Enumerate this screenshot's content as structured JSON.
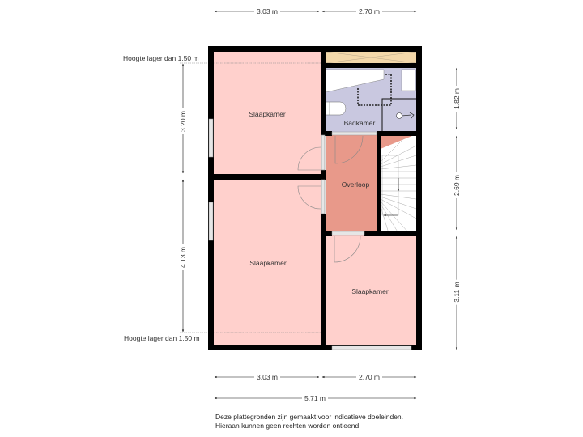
{
  "floorplan": {
    "colors": {
      "bedroom": "#ffd0cc",
      "landing": "#e8998a",
      "bathroom": "#c9c8e0",
      "storage": "#f3d8aa",
      "wall": "#000000",
      "stairs": "#ffffff"
    },
    "rooms": [
      {
        "id": "slaapkamer-top-left",
        "label": "Slaapkamer"
      },
      {
        "id": "slaapkamer-bottom-left",
        "label": "Slaapkamer"
      },
      {
        "id": "slaapkamer-bottom-right",
        "label": "Slaapkamer"
      },
      {
        "id": "badkamer",
        "label": "Badkamer"
      },
      {
        "id": "overloop",
        "label": "Overloop"
      }
    ],
    "height_notes": {
      "top": "Hoogte lager dan 1.50 m",
      "bottom": "Hoogte lager dan 1.50 m"
    },
    "dimensions": {
      "top_left": "3.03 m",
      "top_right": "2.70 m",
      "left_upper": "3.20 m",
      "left_lower": "4.13 m",
      "right_upper": "1.82 m",
      "right_middle": "2.69 m",
      "right_lower": "3.11 m",
      "bottom_left": "3.03 m",
      "bottom_right": "2.70 m",
      "bottom_total": "5.71 m"
    },
    "disclaimer": {
      "line1": "Deze plattegronden zijn gemaakt voor indicatieve doeleinden.",
      "line2": "Hieraan kunnen geen rechten worden ontleend."
    }
  }
}
